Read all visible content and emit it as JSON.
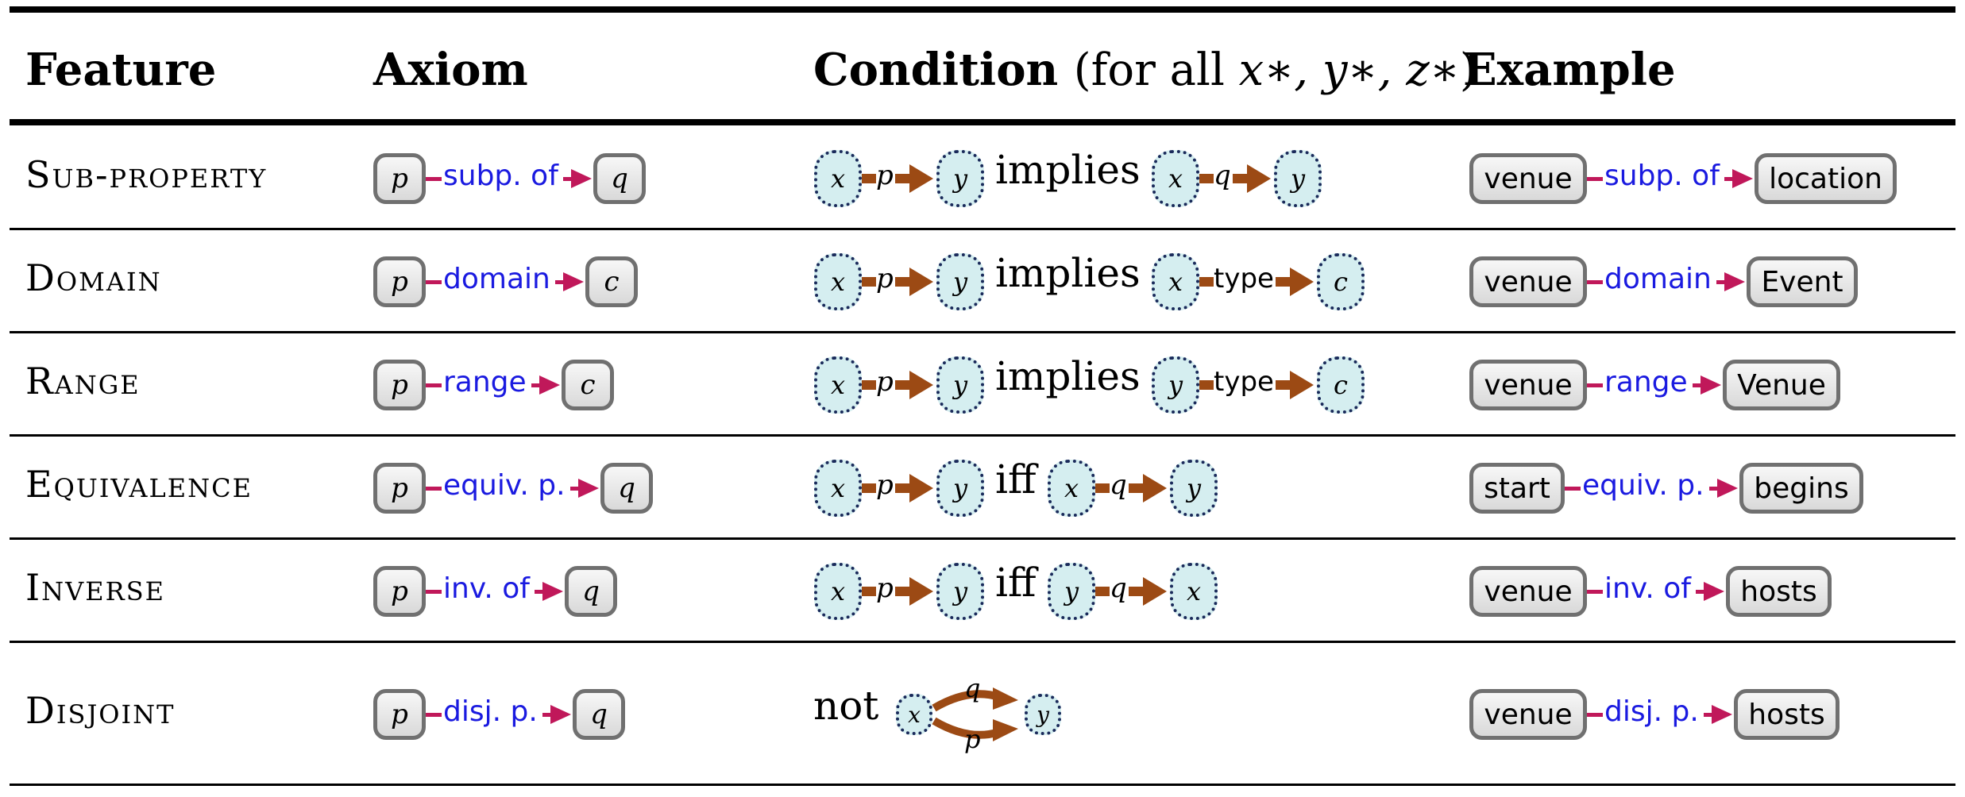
{
  "headers": {
    "feature": "Feature",
    "axiom": "Axiom",
    "condition": "Condition",
    "condition_note_prefix": "(for all ",
    "condition_vars": "x∗, y∗, z∗",
    "condition_note_suffix": ")",
    "example": "Example"
  },
  "rows": [
    {
      "feature": "Sub-property",
      "axiom": {
        "subject": "p",
        "edge": "subp. of",
        "object": "q"
      },
      "condition": {
        "n1": "x",
        "e1": "p",
        "n2": "y",
        "connective": "implies",
        "n3": "x",
        "e2": "q",
        "n4": "y"
      },
      "example": {
        "subject": "venue",
        "edge": "subp. of",
        "object": "location"
      }
    },
    {
      "feature": "Domain",
      "axiom": {
        "subject": "p",
        "edge": "domain",
        "object": "c"
      },
      "condition": {
        "n1": "x",
        "e1": "p",
        "n2": "y",
        "connective": "implies",
        "n3": "x",
        "e2": "type",
        "n4": "c"
      },
      "example": {
        "subject": "venue",
        "edge": "domain",
        "object": "Event"
      }
    },
    {
      "feature": "Range",
      "axiom": {
        "subject": "p",
        "edge": "range",
        "object": "c"
      },
      "condition": {
        "n1": "x",
        "e1": "p",
        "n2": "y",
        "connective": "implies",
        "n3": "y",
        "e2": "type",
        "n4": "c"
      },
      "example": {
        "subject": "venue",
        "edge": "range",
        "object": "Venue"
      }
    },
    {
      "feature": "Equivalence",
      "axiom": {
        "subject": "p",
        "edge": "equiv. p.",
        "object": "q"
      },
      "condition": {
        "n1": "x",
        "e1": "p",
        "n2": "y",
        "connective": "iff",
        "n3": "x",
        "e2": "q",
        "n4": "y"
      },
      "example": {
        "subject": "start",
        "edge": "equiv. p.",
        "object": "begins"
      }
    },
    {
      "feature": "Inverse",
      "axiom": {
        "subject": "p",
        "edge": "inv. of",
        "object": "q"
      },
      "condition": {
        "n1": "x",
        "e1": "p",
        "n2": "y",
        "connective": "iff",
        "n3": "y",
        "e2": "q",
        "n4": "x"
      },
      "example": {
        "subject": "venue",
        "edge": "inv. of",
        "object": "hosts"
      }
    },
    {
      "feature": "Disjoint",
      "axiom": {
        "subject": "p",
        "edge": "disj. p.",
        "object": "q"
      },
      "condition": {
        "negation": "not",
        "n1": "x",
        "top_edge": "q",
        "bottom_edge": "p",
        "n2": "y"
      },
      "example": {
        "subject": "venue",
        "edge": "disj. p.",
        "object": "hosts"
      }
    }
  ],
  "colors": {
    "edge_label": "#1a1ae0",
    "edge_line": "#c0185a",
    "condition_arrow": "#9c4a14",
    "condition_node_fill": "#d5eef0",
    "axiom_box_border": "#707070"
  }
}
